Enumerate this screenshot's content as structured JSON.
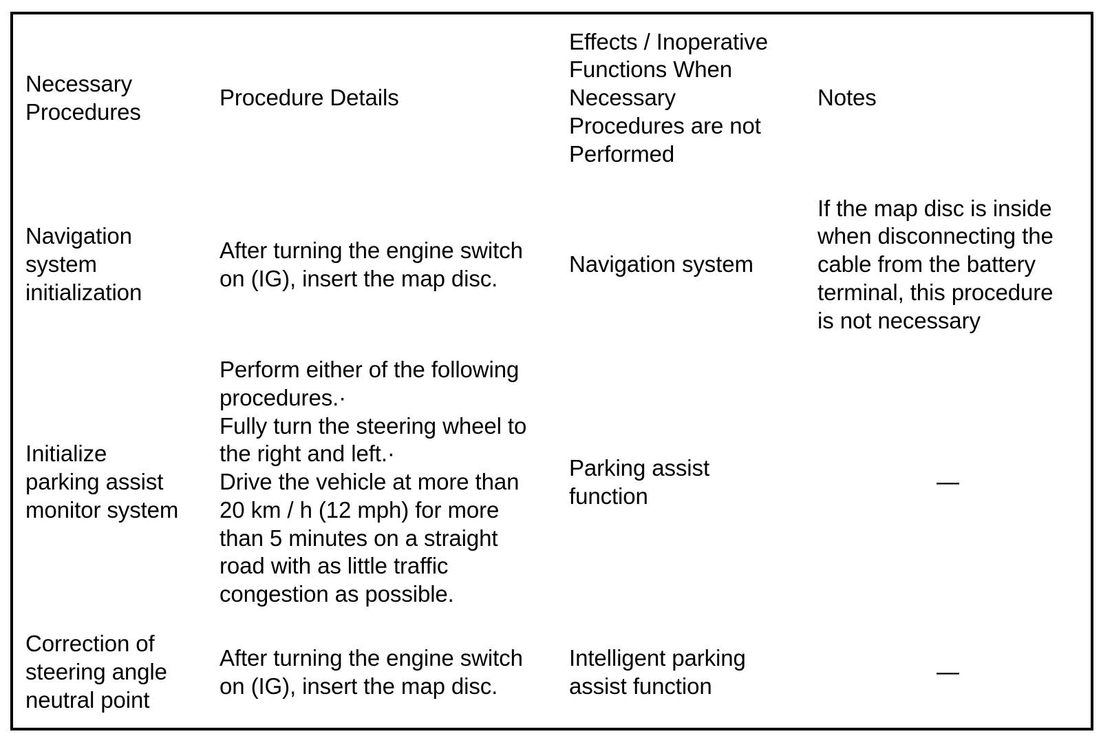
{
  "table": {
    "columns": [
      {
        "key": "necessary_procedures",
        "header": "Necessary\nProcedures"
      },
      {
        "key": "procedure_details",
        "header": "Procedure Details"
      },
      {
        "key": "effects",
        "header": "Effects / Inoperative\nFunctions When\nNecessary\nProcedures are not\nPerformed"
      },
      {
        "key": "notes",
        "header": "Notes"
      }
    ],
    "rows": [
      {
        "necessary_procedures": "Navigation\nsystem\ninitialization",
        "procedure_details": "After turning the engine switch\non (IG), insert the map disc.",
        "effects": "Navigation system",
        "notes": "If the map disc is inside\nwhen disconnecting the\ncable from the battery\nterminal, this procedure\nis not necessary",
        "notes_is_dash": false
      },
      {
        "necessary_procedures": "Initialize\nparking assist\nmonitor system",
        "procedure_details": "Perform either of the following\nprocedures.·\nFully turn the steering wheel to\nthe right and left.·\nDrive the vehicle at more than\n20 km / h (12 mph) for more\nthan 5 minutes on a straight\nroad with as little traffic\ncongestion as possible.",
        "effects": "Parking assist\nfunction",
        "notes": "—",
        "notes_is_dash": true
      },
      {
        "necessary_procedures": "Correction of\nsteering angle\nneutral point",
        "procedure_details": "After turning the engine switch\non (IG), insert the map disc.",
        "effects": "Intelligent parking\nassist function",
        "notes": "—",
        "notes_is_dash": true
      }
    ]
  },
  "style": {
    "text_color": "#000000",
    "background_color": "#FFFFFF",
    "border_color": "#000000"
  }
}
